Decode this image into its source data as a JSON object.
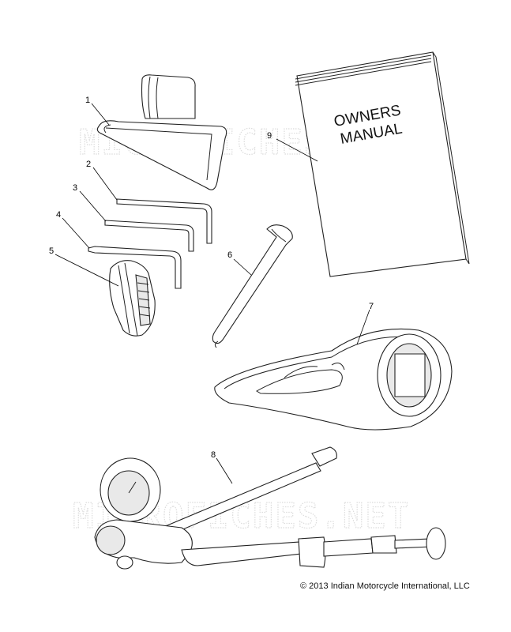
{
  "watermarks": [
    "MICROFICHES.NET",
    "MICROFICHES.NET"
  ],
  "manual": {
    "line1": "OWNERS",
    "line2": "MANUAL"
  },
  "callouts": [
    "1",
    "2",
    "3",
    "4",
    "5",
    "6",
    "7",
    "8",
    "9"
  ],
  "copyright": "© 2013 Indian Motorcycle International, LLC"
}
